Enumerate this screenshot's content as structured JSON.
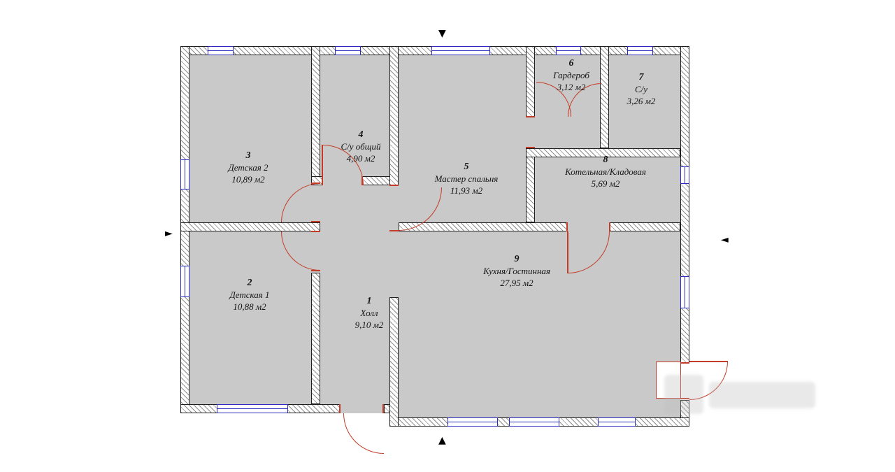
{
  "colors": {
    "floor_fill": "#c9c9c9",
    "wall_outline": "#1f1f1f",
    "window_blue": "#2b2bbf",
    "door_red": "#c43c28"
  },
  "rooms": [
    {
      "number": "1",
      "name": "Холл",
      "area": "9,10 м2"
    },
    {
      "number": "2",
      "name": "Детская 1",
      "area": "10,88 м2"
    },
    {
      "number": "3",
      "name": "Детская 2",
      "area": "10,89 м2"
    },
    {
      "number": "4",
      "name": "С/у общий",
      "area": "4,90 м2"
    },
    {
      "number": "5",
      "name": "Мастер спальня",
      "area": "11,93 м2"
    },
    {
      "number": "6",
      "name": "Гардероб",
      "area": "3,12 м2"
    },
    {
      "number": "7",
      "name": "С/у",
      "area": "3,26 м2"
    },
    {
      "number": "8",
      "name": "Котельная/Кладовая",
      "area": "5,69 м2"
    },
    {
      "number": "9",
      "name": "Кухня/Гостинная",
      "area": "27,95 м2"
    }
  ],
  "markers": {
    "top": "▼",
    "bottom": "▲",
    "left": "►",
    "right": "◄"
  }
}
